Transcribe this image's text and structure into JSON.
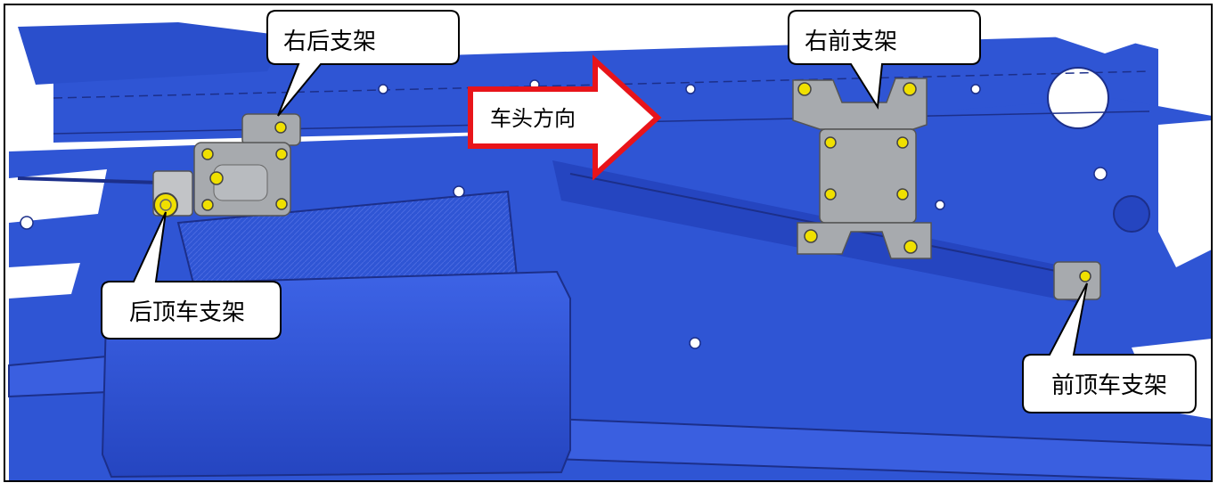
{
  "labels": {
    "right_rear_bracket": "右后支架",
    "right_front_bracket": "右前支架",
    "rear_roof_bracket": "后顶车支架",
    "front_roof_bracket": "前顶车支架",
    "vehicle_front_direction": "车头方向"
  },
  "colors": {
    "chassis_blue": "#2f55d4",
    "chassis_dark": "#1c2f8a",
    "bracket_gray": "#a7aaae",
    "bolt_yellow": "#f0e000",
    "arrow_red": "#e8141a"
  }
}
